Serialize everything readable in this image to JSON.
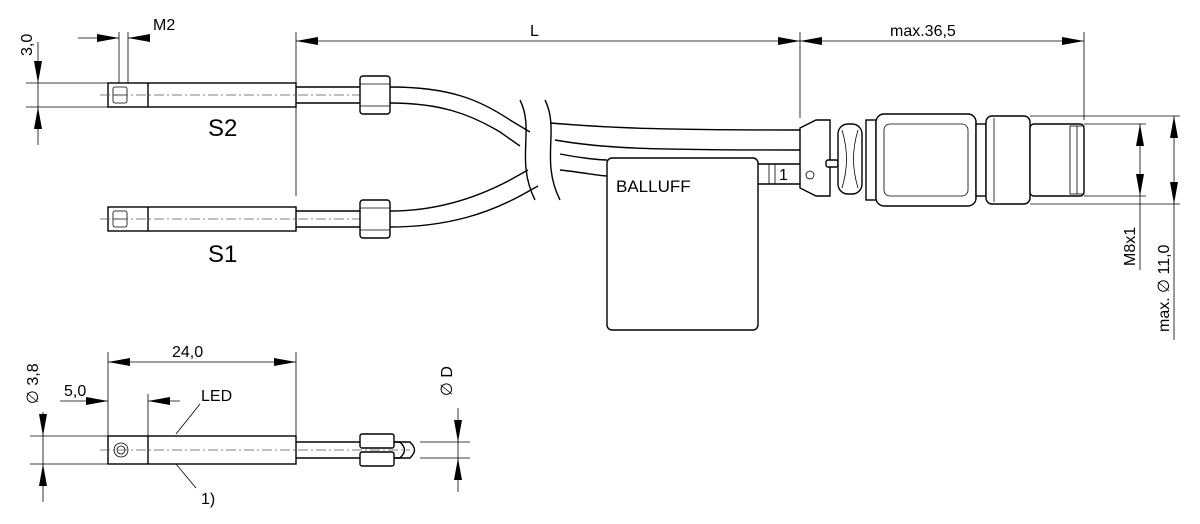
{
  "dimensions": {
    "m2": "M2",
    "h30": "3,0",
    "l": "L",
    "max365": "max.36,5",
    "m8x1": "M8x1",
    "max110": "max. ∅ 11,0",
    "d38": "∅ 3,8",
    "l240": "24,0",
    "l50": "5,0",
    "dD": "∅ D"
  },
  "labels": {
    "s2": "S2",
    "s1": "S1",
    "brand": "BALLUFF",
    "pin1": "1",
    "led": "LED",
    "note1": "1)"
  }
}
